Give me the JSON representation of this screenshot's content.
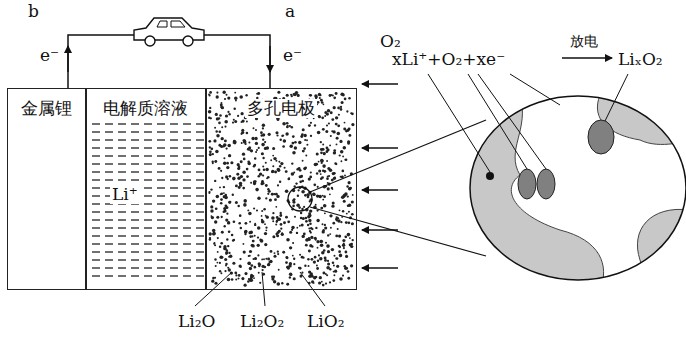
{
  "diagram": {
    "nodes": [
      {
        "text": [
          "金属锂"
        ]
      },
      {
        "text": [
          "电解质溶液",
          "Li⁺"
        ]
      },
      {
        "text": [
          "多孔电极"
        ]
      }
    ],
    "edges": [
      {
        "from": 0,
        "to": 2,
        "arrow": "none"
      }
    ],
    "labels": [
      "b",
      "e⁻",
      "a",
      "e⁻",
      "O₂",
      "xLi⁺+O₂+xe⁻",
      "放电",
      "LiₓO₂",
      "Li₂O",
      "Li₂O₂",
      "LiO₂"
    ]
  }
}
